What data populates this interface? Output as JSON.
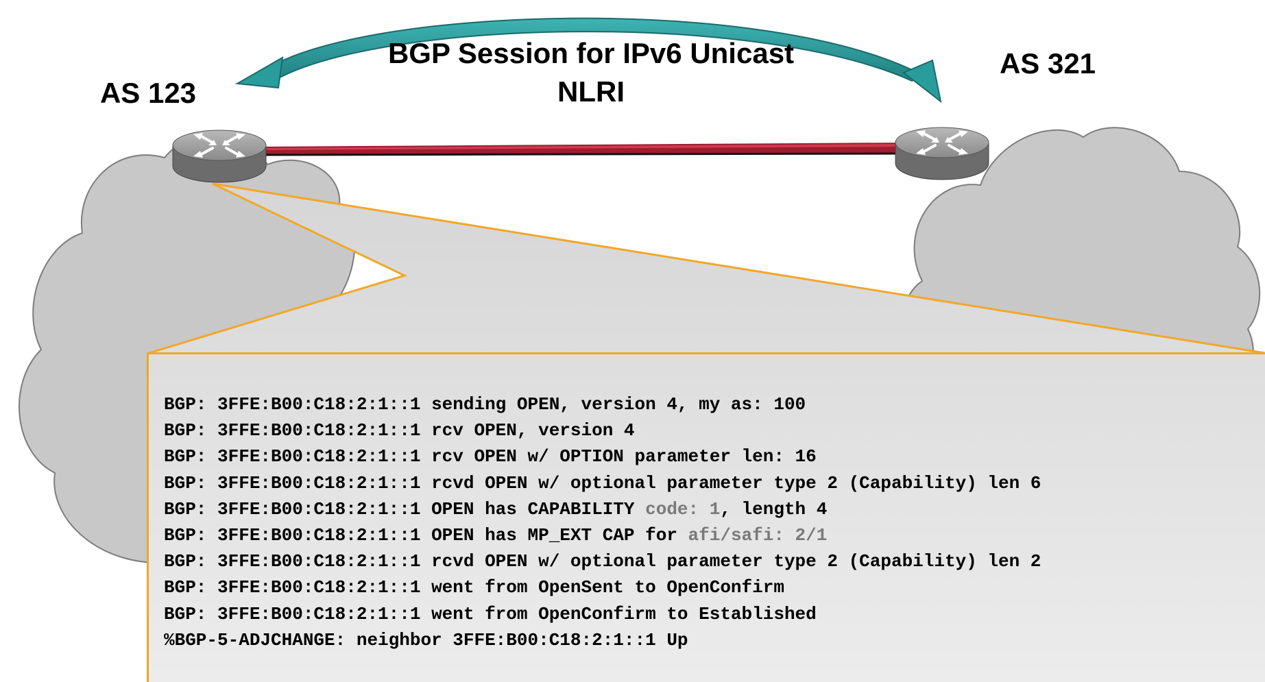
{
  "diagram": {
    "session_label_line1": "BGP Session for IPv6 Unicast",
    "session_label_line2": "NLRI",
    "left_as_label": "AS 123",
    "right_as_label": "AS 321",
    "colors": {
      "cloud_fill": "#c8c8c8",
      "cloud_stroke": "#7d7d7d",
      "link": "#b5253c",
      "arrow": "#2a9c9c",
      "callout_border": "#f2a727",
      "router_top": "#9a9a9a",
      "router_side": "#6c6c6c"
    },
    "icons": [
      "router-icon",
      "cloud",
      "curved-double-arrow"
    ]
  },
  "log": {
    "lines": [
      [
        {
          "t": "BGP: 3FFE:B00:C18:2:1::1 sending OPEN, version 4, my as: 100"
        }
      ],
      [
        {
          "t": "BGP: 3FFE:B00:C18:2:1::1 rcv OPEN, version 4"
        }
      ],
      [
        {
          "t": "BGP: 3FFE:B00:C18:2:1::1 rcv OPEN w/ OPTION parameter len: 16"
        }
      ],
      [
        {
          "t": "BGP: 3FFE:B00:C18:2:1::1 rcvd OPEN w/ optional parameter type 2 (Capability) len 6"
        }
      ],
      [
        {
          "t": "BGP: 3FFE:B00:C18:2:1::1 OPEN has CAPABILITY "
        },
        {
          "t": "code: 1",
          "hl": true
        },
        {
          "t": ", length 4"
        }
      ],
      [
        {
          "t": "BGP: 3FFE:B00:C18:2:1::1 OPEN has MP_EXT CAP for "
        },
        {
          "t": "afi/safi: 2/1",
          "hl": true
        }
      ],
      [
        {
          "t": "BGP: 3FFE:B00:C18:2:1::1 rcvd OPEN w/ optional parameter type 2 (Capability) len 2"
        }
      ],
      [
        {
          "t": "BGP: 3FFE:B00:C18:2:1::1 went from OpenSent to OpenConfirm"
        }
      ],
      [
        {
          "t": "BGP: 3FFE:B00:C18:2:1::1 went from OpenConfirm to Established"
        }
      ],
      [
        {
          "t": "%BGP-5-ADJCHANGE: neighbor 3FFE:B00:C18:2:1::1 Up"
        }
      ]
    ]
  }
}
